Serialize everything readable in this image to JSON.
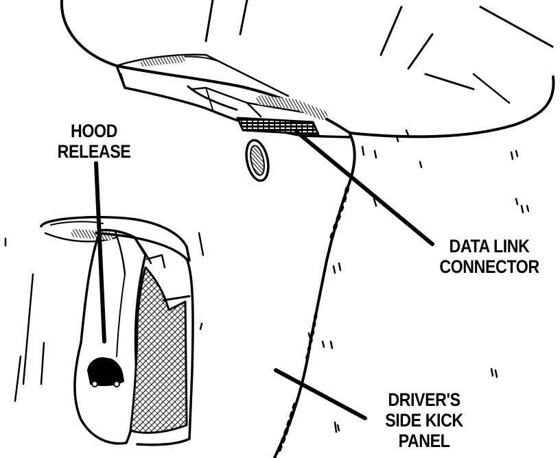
{
  "callouts": {
    "hood_release": {
      "line1": "HOOD",
      "line2": "RELEASE"
    },
    "data_link_connector": {
      "line1": "DATA LINK",
      "line2": "CONNECTOR"
    },
    "drivers_side_kick_panel": {
      "line1": "DRIVER'S",
      "line2": "SIDE KICK",
      "line3": "PANEL"
    }
  },
  "colors": {
    "ink": "#000000",
    "paper": "#ffffff"
  },
  "icons": {
    "hood_release_symbol": "car-silhouette-icon"
  }
}
